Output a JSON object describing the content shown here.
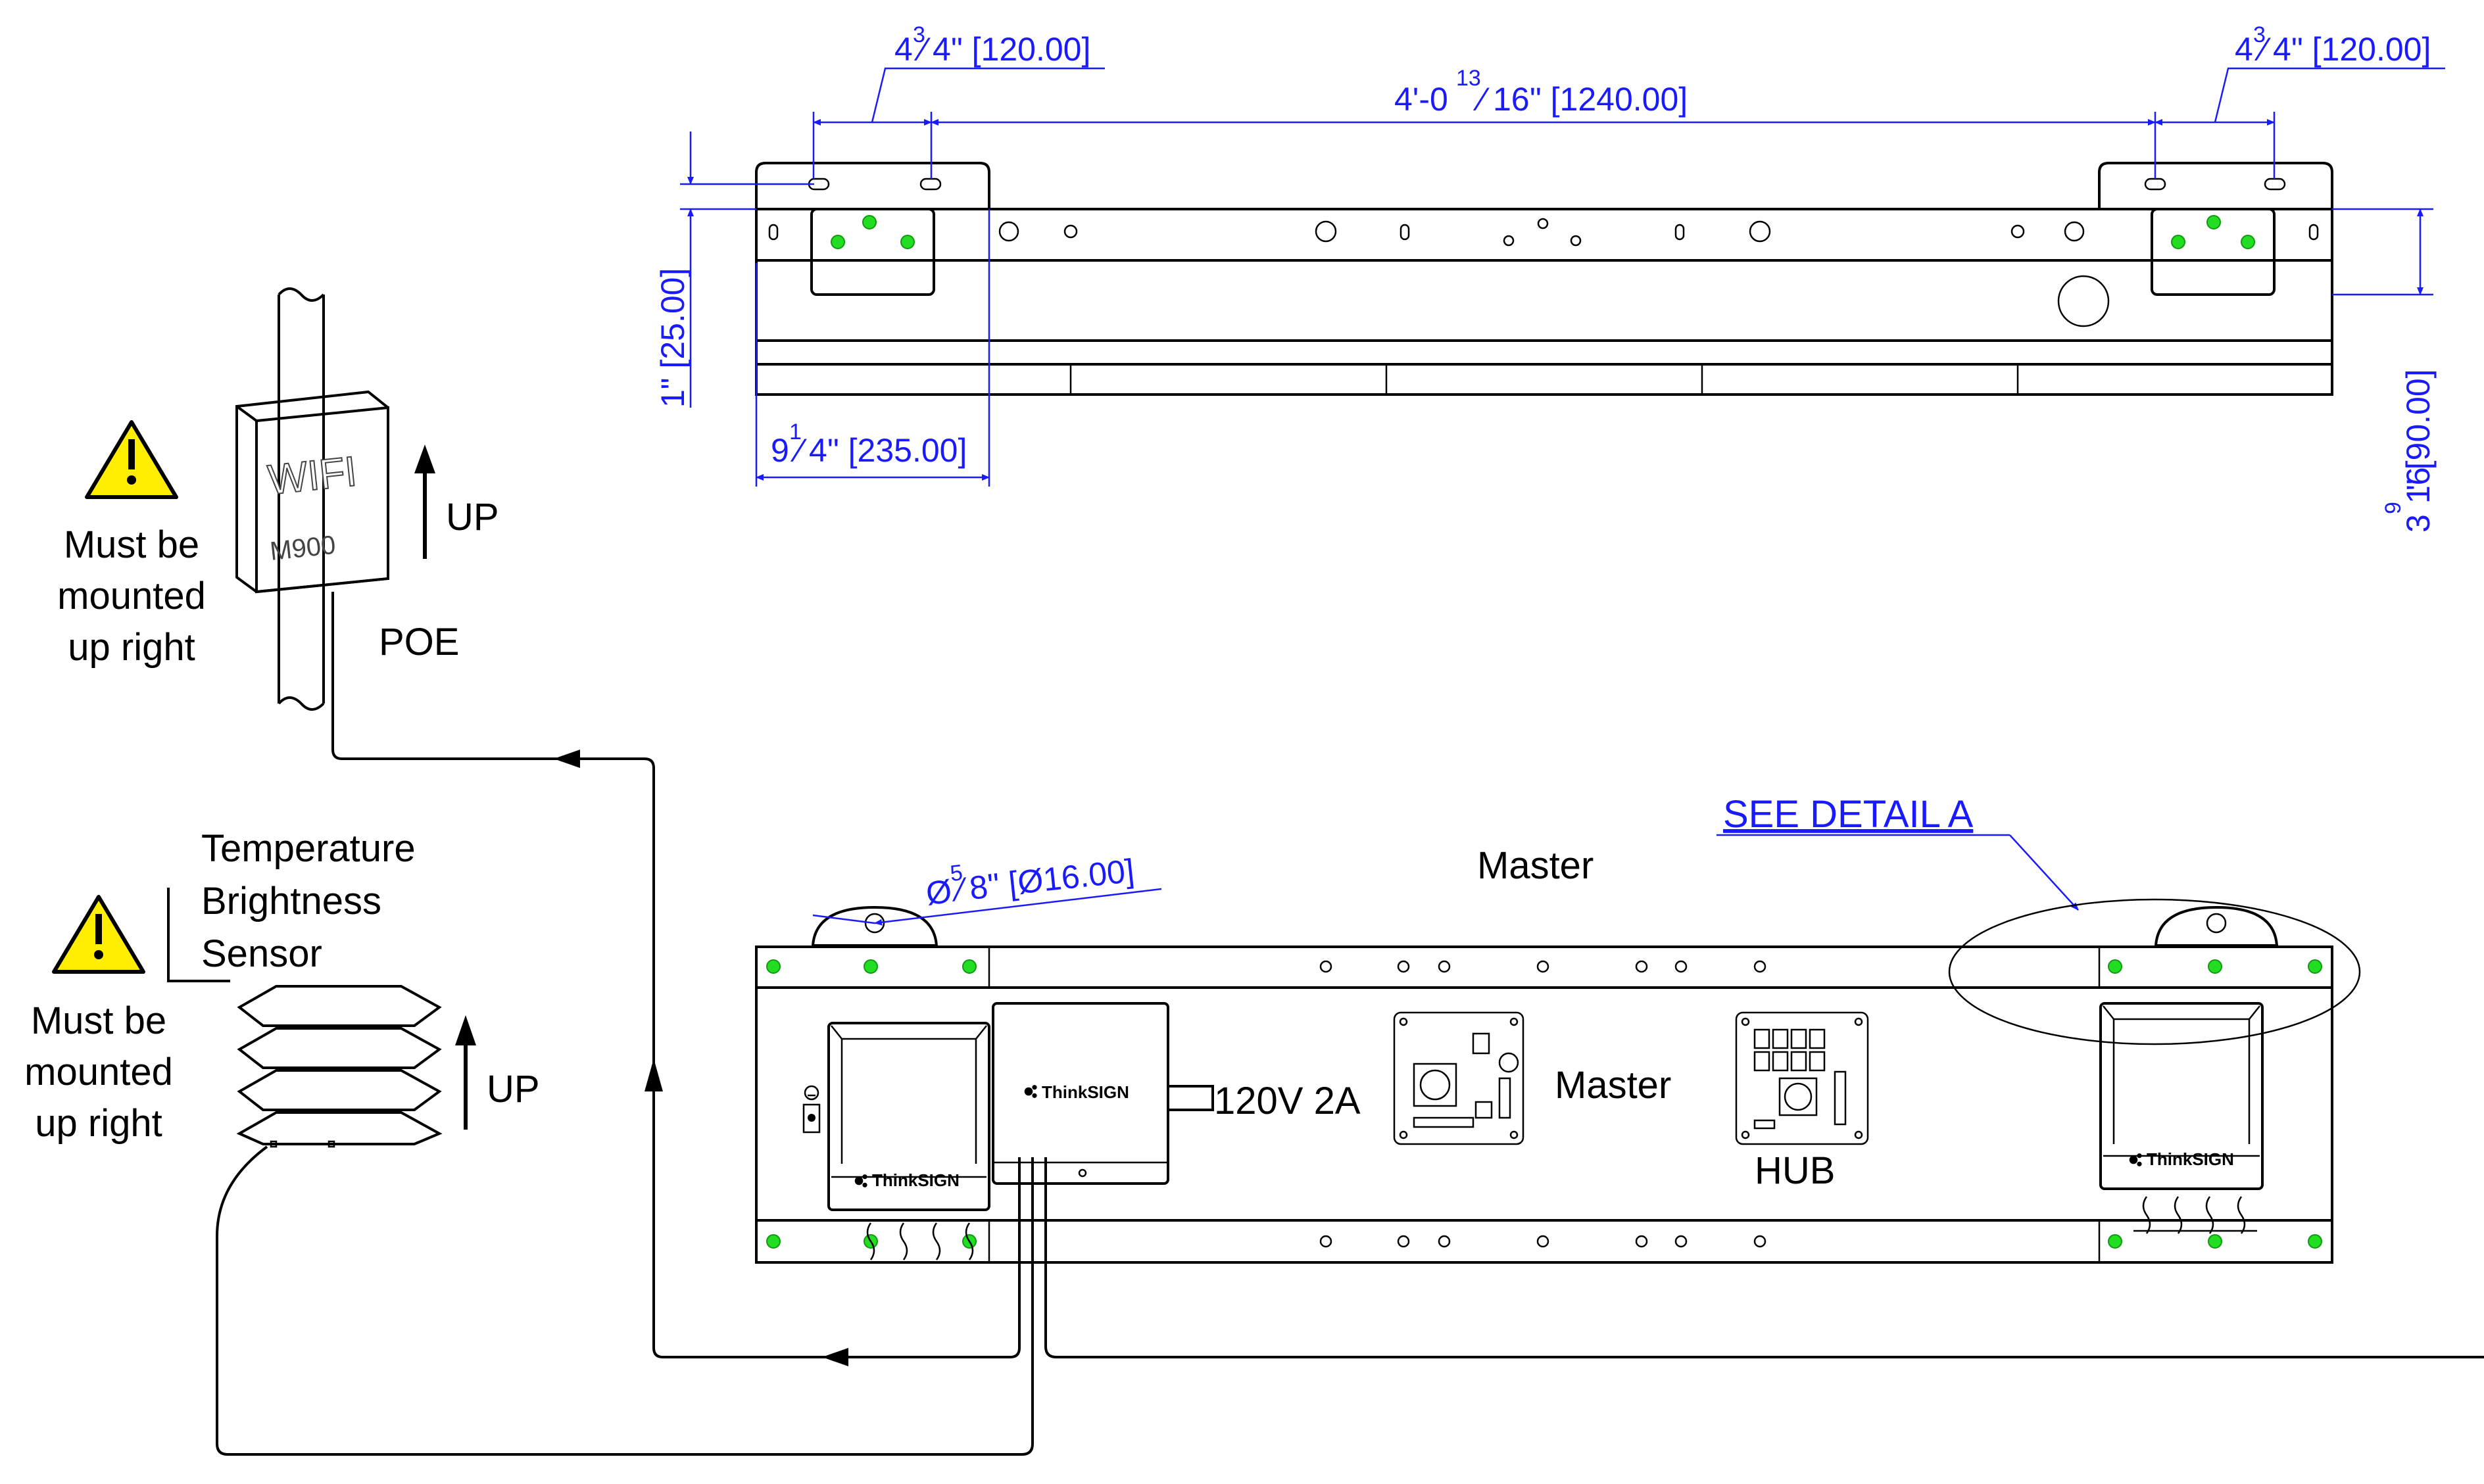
{
  "dimensions": {
    "top_left_span": {
      "whole": "4",
      "num": "3",
      "den": "4",
      "suffix": "\" [120.00]"
    },
    "top_right_span": {
      "whole": "4",
      "num": "3",
      "den": "4",
      "suffix": "\" [120.00]"
    },
    "top_center_span": {
      "prefix": "4'-0",
      "num": "13",
      "den": "16",
      "suffix": "\" [1240.00]"
    },
    "left_height": "1\" [25.00]",
    "bottom_left_span": {
      "whole": "9",
      "num": "1",
      "den": "4",
      "suffix": "\" [235.00]"
    },
    "right_height": {
      "whole": "3",
      "num": "9",
      "den": "16",
      "suffix": "\" [90.00]"
    },
    "hole_diameter": {
      "prefix": "Ø",
      "num": "5",
      "den": "8",
      "suffix": "\" [Ø16.00]"
    }
  },
  "labels": {
    "see_detail": "SEE DETAIL A",
    "master_top": "Master",
    "master_board": "Master",
    "hub": "HUB",
    "power": "120V 2A",
    "poe": "POE",
    "up_wifi": "UP",
    "up_sensor": "UP",
    "wifi_brand": "WIFI",
    "wifi_model": "M900",
    "sensor_lines": [
      "Temperature",
      "Brightness",
      "Sensor"
    ],
    "warning_wifi_lines": [
      "Must be",
      "mounted",
      "up right"
    ],
    "warning_sensor_lines": [
      "Must be",
      "mounted",
      "up right"
    ],
    "logo_text": "ThinkSIGN"
  },
  "colors": {
    "dimension": "#1a1aff",
    "fastener": "#22dd22",
    "warning_fill": "#ffee00",
    "line": "#000000"
  },
  "icons": [
    "warning-icon",
    "arrow-up-icon",
    "thinksign-logo-icon",
    "ground-icon"
  ]
}
